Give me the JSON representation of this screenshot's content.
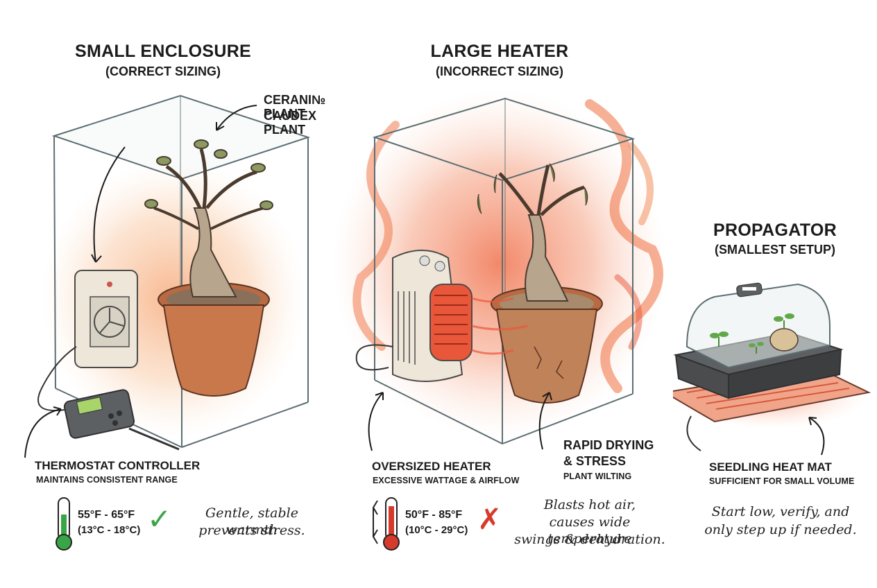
{
  "colors": {
    "good": "#3aa547",
    "bad": "#d63a2b",
    "heat": "#ef7040",
    "glass": "#5c6e72",
    "pot": "#c9784c"
  },
  "small": {
    "title": "SMALL ENCLOSURE",
    "subtitle": "(CORRECT SIZING)",
    "plant_label_1": "CERANI№ PLANT",
    "plant_label_2": "CAUDEX PLANT",
    "controller_title": "THERMOSTAT CONTROLLER",
    "controller_sub": "MAINTAINS CONSISTENT RANGE",
    "temp_f": "55°F - 65°F",
    "temp_c": "(13°C - 18°C)",
    "mark": "✓",
    "note_1": "Gentle, stable warmth",
    "note_2": "prevents stress."
  },
  "large": {
    "title": "LARGE HEATER",
    "subtitle": "(INCORRECT SIZING)",
    "stress_1": "RAPID DRYING",
    "stress_2": "& STRESS",
    "stress_sub": "PLANT WILTING",
    "heater_title": "OVERSIZED HEATER",
    "heater_sub": "EXCESSIVE WATTAGE & AIRFLOW",
    "temp_f": "50°F - 85°F",
    "temp_c": "(10°C - 29°C)",
    "mark": "✗",
    "note_1": "Blasts hot air,",
    "note_2": "causes wide temperature",
    "note_3": "swings & dehydration."
  },
  "prop": {
    "title": "PROPAGATOR",
    "subtitle": "(SMALLEST SETUP)",
    "mat_title": "SEEDLING HEAT MAT",
    "mat_sub": "SUFFICIENT FOR SMALL VOLUME",
    "note_1": "Start low, verify, and",
    "note_2": "only step up if needed."
  }
}
